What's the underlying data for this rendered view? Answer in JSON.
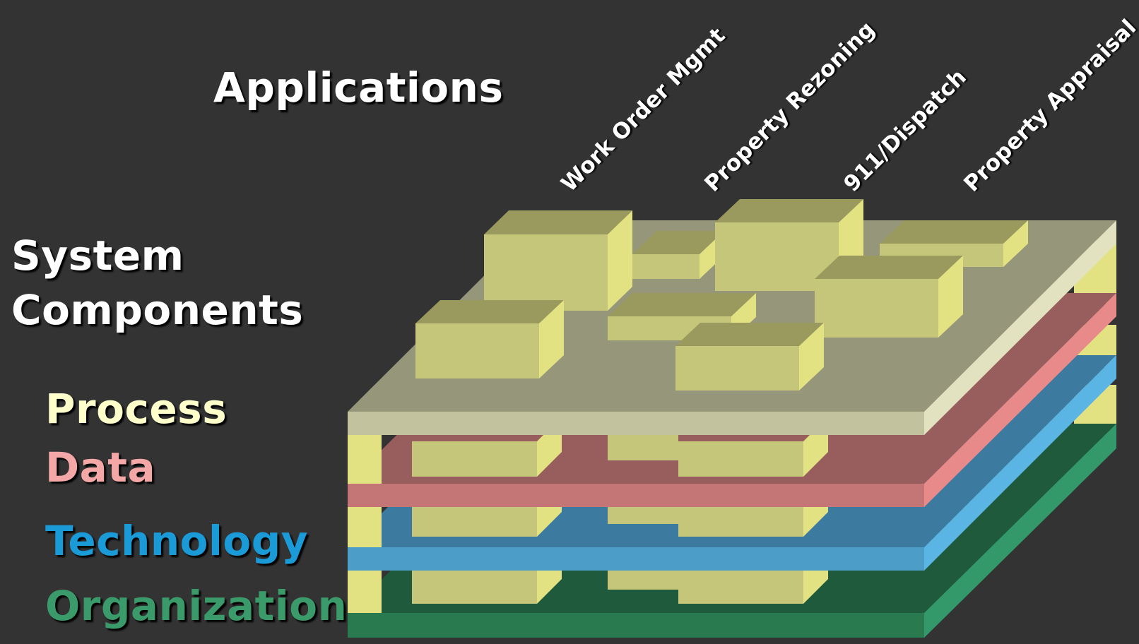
{
  "title": "Applications",
  "side_label": [
    "System",
    "Components"
  ],
  "layers": [
    {
      "key": "process",
      "label": "Process",
      "color": "#FFFFCC"
    },
    {
      "key": "data",
      "label": "Data",
      "color": "#F4A7A7"
    },
    {
      "key": "technology",
      "label": "Technology",
      "color": "#1A9BD7"
    },
    {
      "key": "organization",
      "label": "Organization",
      "color": "#3A9A6A"
    }
  ],
  "applications": [
    "Work Order Mgmt",
    "Property Rezoning",
    "911/Dispatch",
    "Property Appraisal"
  ],
  "colors": {
    "background": "#333333",
    "block_front": "#C5C679",
    "block_top": "#9A9A5E",
    "block_side": "#E2E283",
    "process_plate_top": "#96967A",
    "data_plate_top": "#985E5E",
    "technology_plate_top": "#3C7AA0",
    "organization_plate_top": "#1F5A3C"
  }
}
